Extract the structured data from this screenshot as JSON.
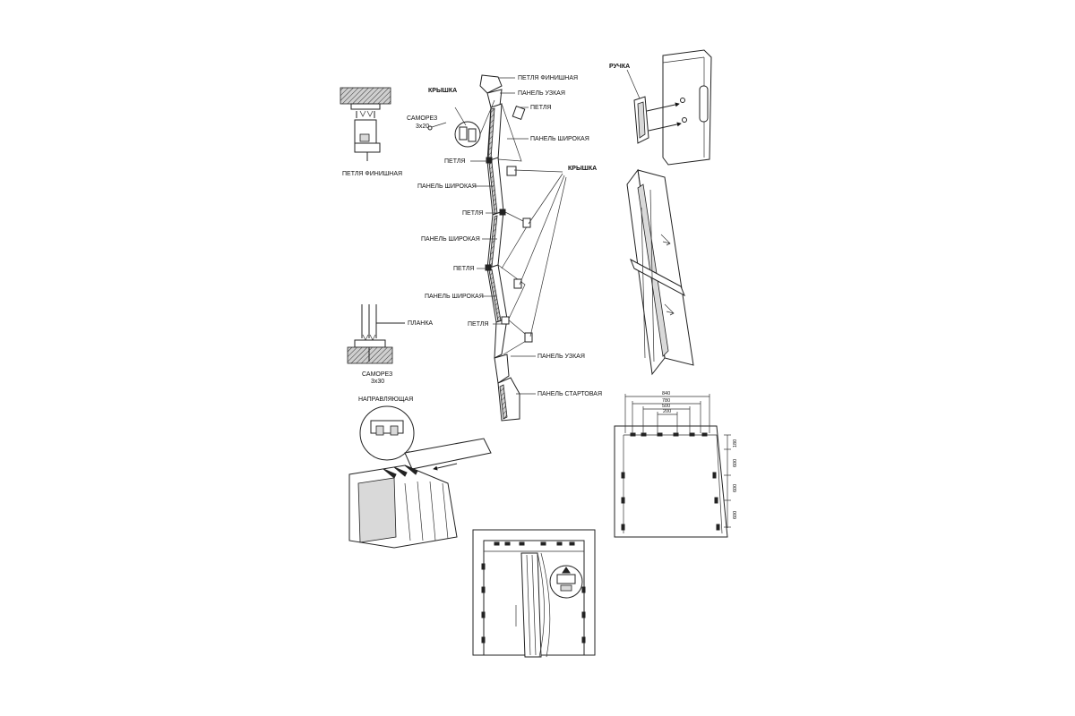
{
  "labels": {
    "petlya_finishnaya_top": "ПЕТЛЯ ФИНИШНАЯ",
    "panel_uzkaya_top": "ПАНЕЛЬ УЗКАЯ",
    "petlya_1": "ПЕТЛЯ",
    "panel_shirokaya_1": "ПАНЕЛЬ ШИРОКАЯ",
    "kryshka_top": "КРЫШКА",
    "samorez_3x20": "САМОРЕЗ",
    "samorez_3x20_size": "3х20",
    "petlya_2": "ПЕТЛЯ",
    "kryshka_right": "КРЫШКА",
    "panel_shirokaya_2": "ПАНЕЛЬ ШИРОКАЯ",
    "petlya_3": "ПЕТЛЯ",
    "panel_shirokaya_3": "ПАНЕЛЬ ШИРОКАЯ",
    "petlya_4": "ПЕТЛЯ",
    "panel_shirokaya_4": "ПАНЕЛЬ ШИРОКАЯ",
    "petlya_5": "ПЕТЛЯ",
    "panel_uzkaya_bottom": "ПАНЕЛЬ УЗКАЯ",
    "panel_startovaya": "ПАНЕЛЬ СТАРТОВАЯ",
    "petlya_finishnaya_left": "ПЕТЛЯ ФИНИШНАЯ",
    "planka": "ПЛАНКА",
    "samorez_3x30": "САМОРЕЗ",
    "samorez_3x30_size": "3х30",
    "napravlyayushaya": "НАПРАВЛЯЮЩАЯ",
    "ruchka": "РУЧКА"
  },
  "dimensions": {
    "horizontal": [
      "840",
      "780",
      "500",
      "200"
    ],
    "vertical": [
      "180",
      "600",
      "600",
      "600"
    ]
  }
}
